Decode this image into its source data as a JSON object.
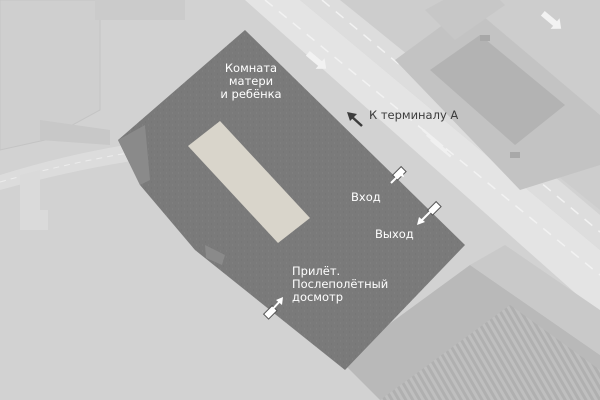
{
  "map": {
    "colors": {
      "background": "#d2d2d2",
      "terminal": "#7a7a7a",
      "courtyard": "#d9d5cb",
      "road": "#e4e4e4",
      "building_light": "#cbcbcb",
      "building_dark": "#b8b8b8",
      "arrow": "#3c3c3c",
      "door": "#ffffff",
      "label": "#ffffff"
    },
    "labels": {
      "mother_child_room": "Комната\nматери\nи ребёнка",
      "to_terminal": "К терминалу А",
      "entrance": "Вход",
      "exit": "Выход",
      "arrival": "Прилёт.\nПослеполётный\nдосмотр"
    },
    "icons": {
      "terminal_arrow": "arrow-up-left-icon",
      "entrance_door": "entrance-door-icon",
      "exit_door": "exit-door-icon",
      "arrival_door": "arrival-door-icon"
    }
  }
}
